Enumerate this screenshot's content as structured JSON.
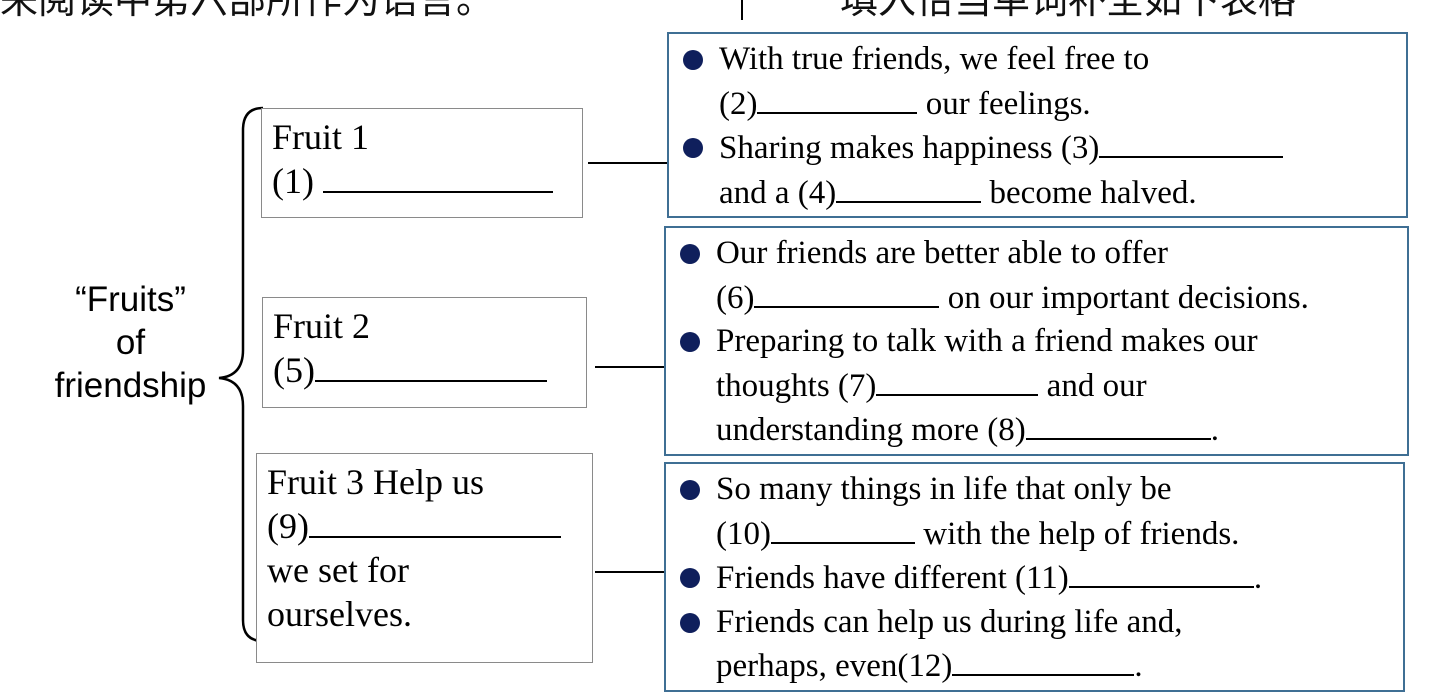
{
  "header_fragment": {
    "left_text": "来阅读中第六部所作为语言。",
    "right_text": "填入恰当单词补全如下表格"
  },
  "root": {
    "lines": [
      "“Fruits”",
      "of",
      "friendship"
    ]
  },
  "fruits": [
    {
      "lines": [
        "Fruit 1",
        "(1) "
      ]
    },
    {
      "lines": [
        "Fruit 2",
        "(5)"
      ]
    },
    {
      "lines": [
        "Fruit 3 Help us",
        "(9)",
        "we set for",
        "ourselves."
      ]
    }
  ],
  "details": [
    {
      "bullets": [
        {
          "lines": [
            "With true friends, we feel free to",
            "(2)",
            " our feelings."
          ]
        },
        {
          "lines": [
            "Sharing makes happiness (3)",
            "and a (4)",
            " become halved."
          ]
        }
      ]
    },
    {
      "bullets": [
        {
          "lines": [
            "Our friends are better able to offer",
            "(6)",
            " on our important decisions."
          ]
        },
        {
          "lines": [
            "Preparing to talk with a friend makes our",
            "thoughts (7)",
            " and our",
            "understanding more (8)",
            "."
          ]
        }
      ]
    },
    {
      "bullets": [
        {
          "lines": [
            " So many things in life that only be",
            "(10)",
            " with the help of friends."
          ]
        },
        {
          "lines": [
            " Friends have different (11)",
            "."
          ]
        },
        {
          "lines": [
            " Friends can help us during life and,",
            "perhaps, even(12)",
            "."
          ]
        }
      ]
    }
  ],
  "colors": {
    "detail_border": "#3f6f94",
    "bullet": "#0f1f5c",
    "fruit_border": "#8a8a8a"
  }
}
